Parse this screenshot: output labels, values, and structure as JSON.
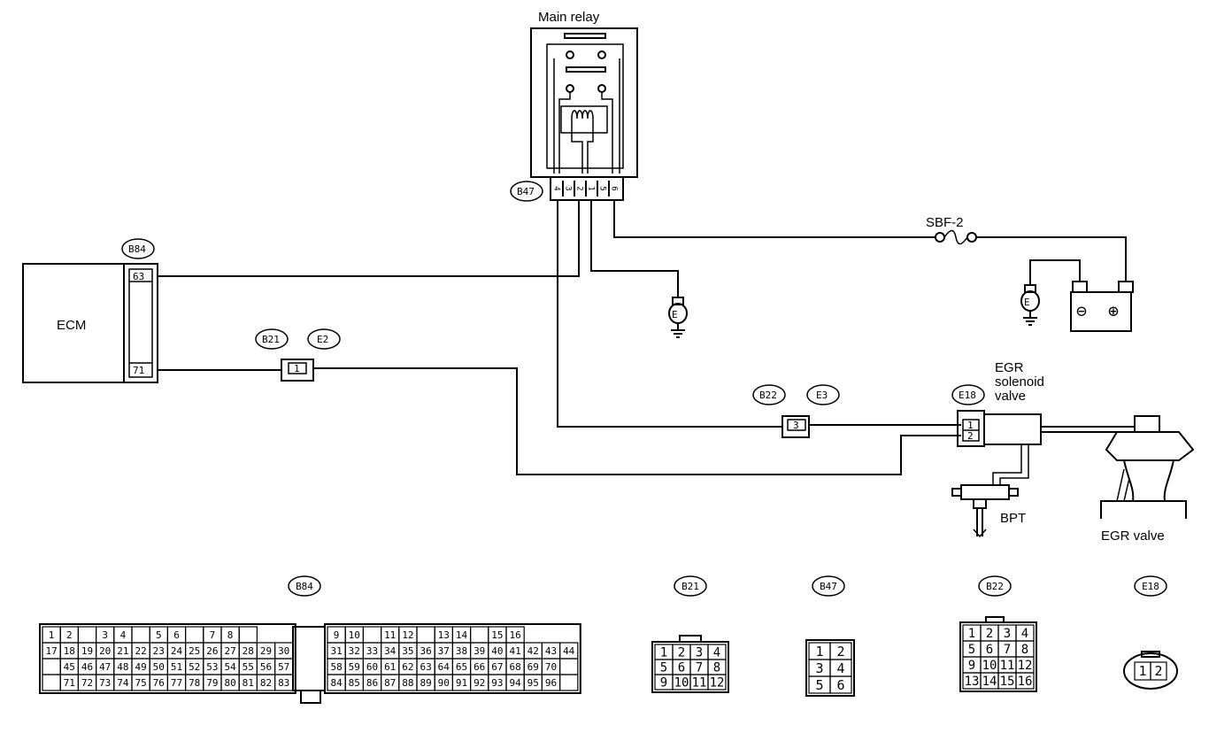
{
  "relay": {
    "title": "Main relay",
    "pins": [
      "4",
      "3",
      "2",
      "1",
      "5",
      "6"
    ]
  },
  "ecm": {
    "label": "ECM",
    "pin_63": "63",
    "pin_71": "71"
  },
  "fuse": {
    "label": "SBF-2"
  },
  "ground_symbol": "E",
  "battery": {
    "minus": "⊖",
    "plus": "⊕"
  },
  "egr_solenoid": {
    "line1": "EGR",
    "line2": "solenoid",
    "line3": "valve",
    "pin1": "1",
    "pin2": "2"
  },
  "bpt_label": "BPT",
  "egr_valve_label": "EGR valve",
  "tags": {
    "B47": "B47",
    "B84": "B84",
    "B21": "B21",
    "E2": "E2",
    "B22": "B22",
    "E3": "E3",
    "E18": "E18"
  },
  "inline_connectors": {
    "b21_e2_pin": "1",
    "b22_e3_pin": "3"
  },
  "connector_views": {
    "B84": {
      "label": "B84",
      "left_rows": [
        [
          "1",
          "2",
          "",
          "3",
          "4",
          "",
          "5",
          "6",
          "",
          "7",
          "8",
          ""
        ],
        [
          "17",
          "18",
          "19",
          "20",
          "21",
          "22",
          "23",
          "24",
          "25",
          "26",
          "27",
          "28",
          "29",
          "30"
        ],
        [
          "",
          "45",
          "46",
          "47",
          "48",
          "49",
          "50",
          "51",
          "52",
          "53",
          "54",
          "55",
          "56",
          "57"
        ],
        [
          "",
          "71",
          "72",
          "73",
          "74",
          "75",
          "76",
          "77",
          "78",
          "79",
          "80",
          "81",
          "82",
          "83"
        ]
      ],
      "right_rows": [
        [
          "9",
          "10",
          "",
          "11",
          "12",
          "",
          "13",
          "14",
          "",
          "15",
          "16"
        ],
        [
          "31",
          "32",
          "33",
          "34",
          "35",
          "36",
          "37",
          "38",
          "39",
          "40",
          "41",
          "42",
          "43",
          "44"
        ],
        [
          "58",
          "59",
          "60",
          "61",
          "62",
          "63",
          "64",
          "65",
          "66",
          "67",
          "68",
          "69",
          "70",
          ""
        ],
        [
          "84",
          "85",
          "86",
          "87",
          "88",
          "89",
          "90",
          "91",
          "92",
          "93",
          "94",
          "95",
          "96",
          ""
        ]
      ]
    },
    "B21": {
      "label": "B21",
      "rows": [
        [
          "1",
          "2",
          "3",
          "4"
        ],
        [
          "5",
          "6",
          "7",
          "8"
        ],
        [
          "9",
          "10",
          "11",
          "12"
        ]
      ]
    },
    "B47": {
      "label": "B47",
      "rows": [
        [
          "1",
          "2"
        ],
        [
          "3",
          "4"
        ],
        [
          "5",
          "6"
        ]
      ]
    },
    "B22": {
      "label": "B22",
      "rows": [
        [
          "1",
          "2",
          "3",
          "4"
        ],
        [
          "5",
          "6",
          "7",
          "8"
        ],
        [
          "9",
          "10",
          "11",
          "12"
        ],
        [
          "13",
          "14",
          "15",
          "16"
        ]
      ]
    },
    "E18": {
      "label": "E18",
      "rows": [
        [
          "1",
          "2"
        ]
      ]
    }
  }
}
